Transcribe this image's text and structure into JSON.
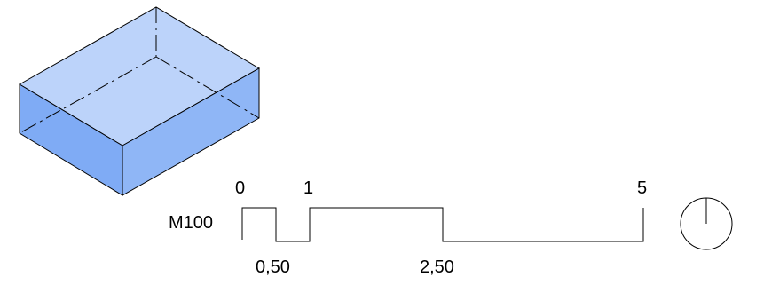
{
  "box": {
    "fill_side": "#7fabf5",
    "fill_top": "#bcd3fa",
    "edge_color": "#000000"
  },
  "timeline": {
    "signal_label": "M100",
    "ticks_top": [
      "0",
      "1",
      "5"
    ],
    "ticks_bottom": [
      "0,50",
      "2,50"
    ]
  },
  "clock_icon": "clock-icon"
}
